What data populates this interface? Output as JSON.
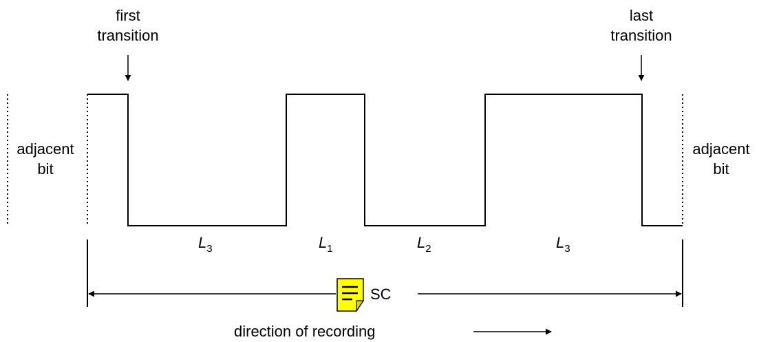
{
  "annotations": {
    "first_transition": [
      "first",
      "transition"
    ],
    "last_transition": [
      "last",
      "transition"
    ],
    "left_adjacent": [
      "adjacent",
      "bit"
    ],
    "right_adjacent": [
      "adjacent",
      "bit"
    ]
  },
  "segments": [
    {
      "letter": "L",
      "sub": "3"
    },
    {
      "letter": "L",
      "sub": "1"
    },
    {
      "letter": "L",
      "sub": "2"
    },
    {
      "letter": "L",
      "sub": "3"
    }
  ],
  "span_label": "SC",
  "direction_label": "direction of recording",
  "note_icon": "sticky-note-icon",
  "colors": {
    "line": "#000000",
    "note_fill": "#ffff00",
    "note_fold": "#d8d800"
  }
}
